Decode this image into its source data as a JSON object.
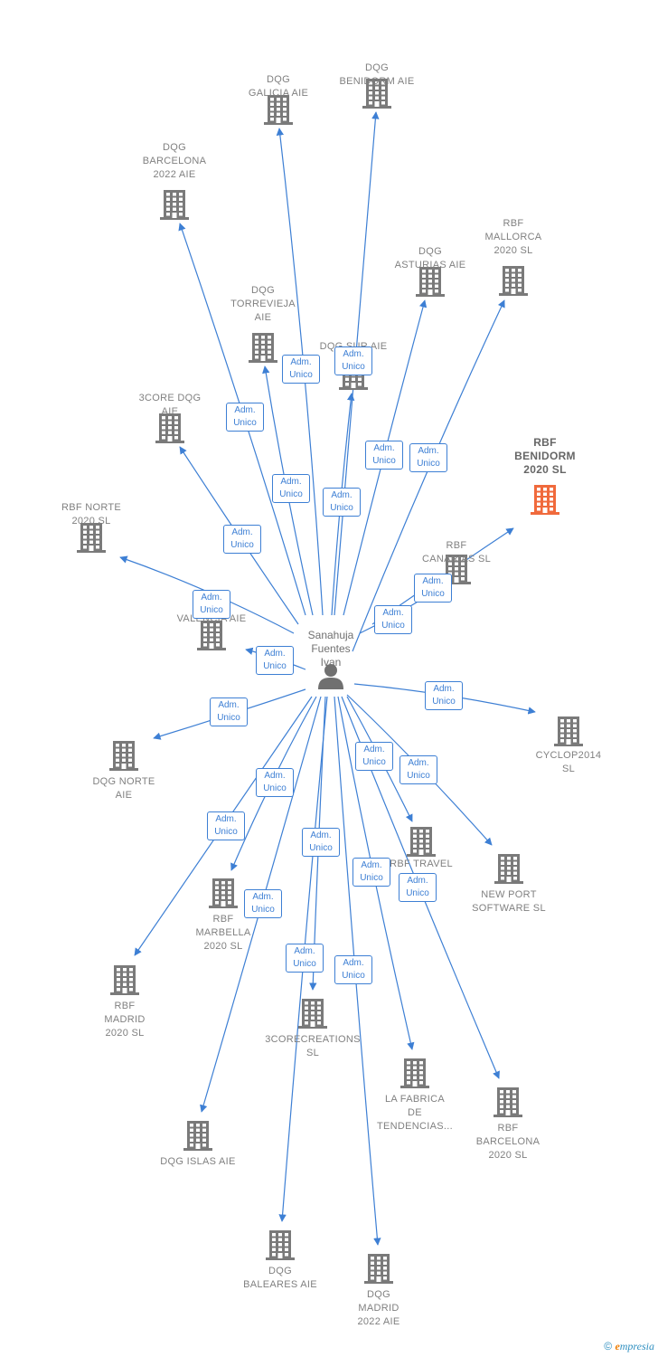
{
  "person": {
    "name": "Sanahuja\nFuentes\nIvan",
    "icon": "person-icon",
    "color": "#707070"
  },
  "colors": {
    "edge": "#3d7fd4",
    "building": "#7a7a7a",
    "building_focus": "#f06a3c"
  },
  "role_label": "Adm.\nUnico",
  "companies": [
    {
      "id": "dqg-benidorm",
      "name": "DQG\nBENIDORM  AIE",
      "icon": "building-icon"
    },
    {
      "id": "dqg-galicia",
      "name": "DQG\nGALICIA  AIE",
      "icon": "building-icon"
    },
    {
      "id": "dqg-barcelona-2022",
      "name": "DQG\nBARCELONA\n2022  AIE",
      "icon": "building-icon"
    },
    {
      "id": "rbf-mallorca",
      "name": "RBF\nMALLORCA\n2020  SL",
      "icon": "building-icon"
    },
    {
      "id": "dqg-asturias",
      "name": "DQG\nASTURIAS  AIE",
      "icon": "building-icon"
    },
    {
      "id": "dqg-torrevieja",
      "name": "DQG\nTORREVIEJA\nAIE",
      "icon": "building-icon"
    },
    {
      "id": "dqg-sur",
      "name": "DQG SUR  AIE",
      "icon": "building-icon"
    },
    {
      "id": "3core-dqg",
      "name": "3CORE DQG\nAIE",
      "icon": "building-icon"
    },
    {
      "id": "rbf-benidorm",
      "name": "RBF\nBENIDORM\n2020  SL",
      "icon": "building-icon",
      "focus": true
    },
    {
      "id": "rbf-norte",
      "name": "RBF NORTE\n2020  SL",
      "icon": "building-icon"
    },
    {
      "id": "rbf-canarias",
      "name": "RBF\nCANARIAS  SL",
      "icon": "building-icon"
    },
    {
      "id": "dqg-valencia",
      "name": "DQG\nVALENCIA  AIE",
      "icon": "building-icon"
    },
    {
      "id": "cyclop2014",
      "name": "CYCLOP2014\nSL",
      "icon": "building-icon"
    },
    {
      "id": "dqg-norte",
      "name": "DQG NORTE\nAIE",
      "icon": "building-icon"
    },
    {
      "id": "rbf-travel",
      "name": "RBF TRAVEL",
      "icon": "building-icon"
    },
    {
      "id": "new-port",
      "name": "NEW PORT\nSOFTWARE SL",
      "icon": "building-icon"
    },
    {
      "id": "rbf-marbella",
      "name": "RBF\nMARBELLA\n2020  SL",
      "icon": "building-icon"
    },
    {
      "id": "rbf-madrid",
      "name": "RBF\nMADRID\n2020  SL",
      "icon": "building-icon"
    },
    {
      "id": "3corecreations",
      "name": "3CORECREATIONS\nSL",
      "icon": "building-icon"
    },
    {
      "id": "la-fabrica",
      "name": "LA FABRICA\nDE\nTENDENCIAS...",
      "icon": "building-icon"
    },
    {
      "id": "rbf-barcelona",
      "name": "RBF\nBARCELONA\n2020  SL",
      "icon": "building-icon"
    },
    {
      "id": "dqg-islas",
      "name": "DQG ISLAS  AIE",
      "icon": "building-icon"
    },
    {
      "id": "dqg-baleares",
      "name": "DQG\nBALEARES  AIE",
      "icon": "building-icon"
    },
    {
      "id": "dqg-madrid-2022",
      "name": "DQG\nMADRID\n2022  AIE",
      "icon": "building-icon"
    }
  ],
  "footer": {
    "copyright": "©",
    "brand_e": "e",
    "brand_rest": "mpresia"
  }
}
